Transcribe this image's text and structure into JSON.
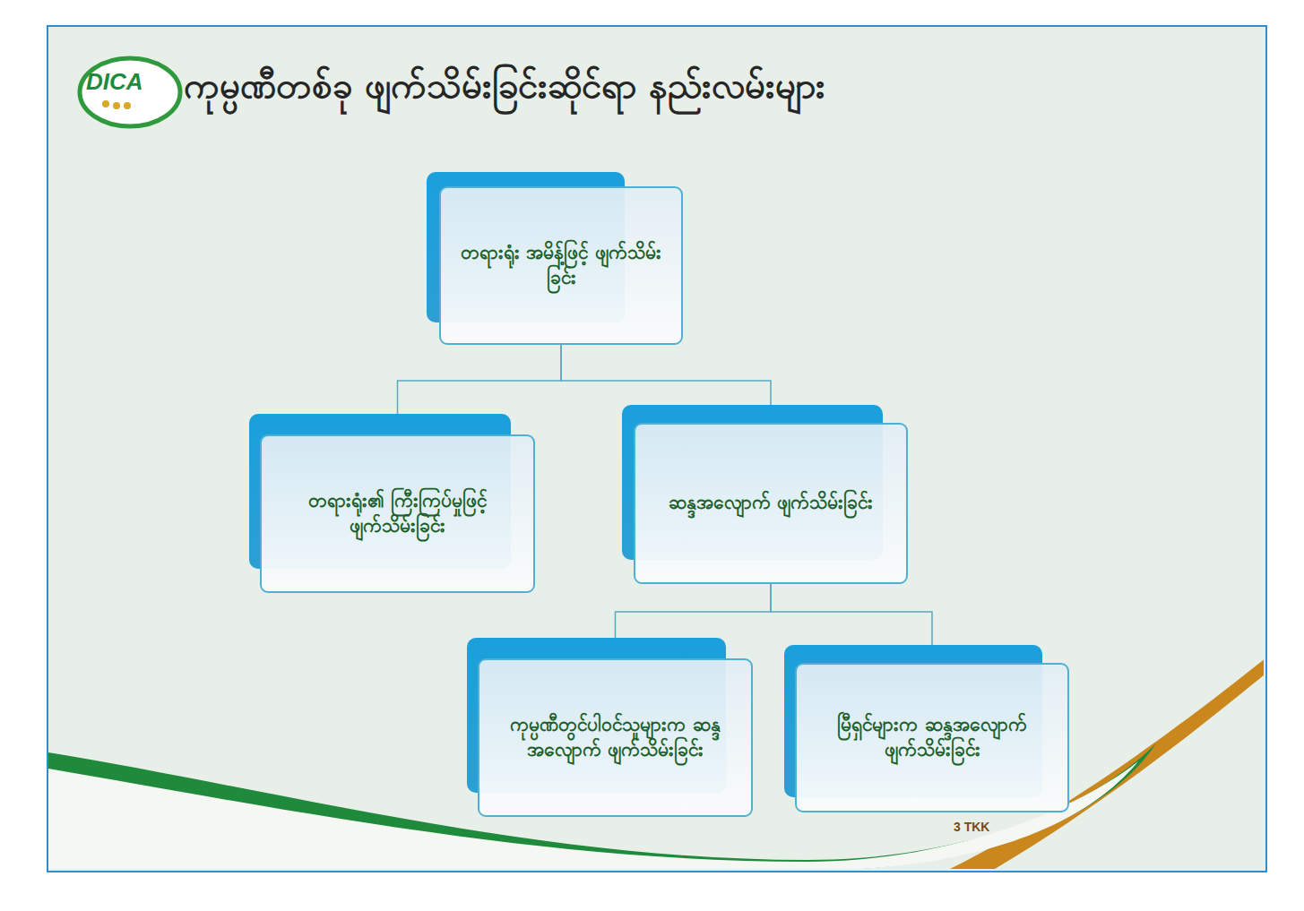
{
  "diagram": {
    "title": "ကုမ္ပဏီတစ်ခု ဖျက်သိမ်းခြင်းဆိုင်ရာ နည်းလမ်းများ",
    "nodes": [
      {
        "text": [
          "တရားရုံး အမိန့်ဖြင့် ဖျက်သိမ်းခြင်း"
        ]
      },
      {
        "text": [
          "တရားရုံး၏ ကြီးကြပ်မှုဖြင့် ဖျက်သိမ်းခြင်း"
        ]
      },
      {
        "text": [
          "ဆန္ဒအလျောက် ဖျက်သိမ်းခြင်း"
        ]
      },
      {
        "text": [
          "ကုမ္ပဏီတွင်ပါဝင်သူများက ဆန္ဒအလျောက် ဖျက်သိမ်းခြင်း"
        ]
      },
      {
        "text": [
          "မြီရှင်များက ဆန္ဒအလျောက် ဖျက်သိမ်းခြင်း"
        ]
      }
    ],
    "edges": [
      {
        "from": 0,
        "to": 1,
        "arrow": "none"
      },
      {
        "from": 0,
        "to": 2,
        "arrow": "none"
      },
      {
        "from": 2,
        "to": 3,
        "arrow": "none"
      },
      {
        "from": 2,
        "to": 4,
        "arrow": "none"
      }
    ],
    "labels": [
      "DICA",
      "3 TKK"
    ]
  }
}
